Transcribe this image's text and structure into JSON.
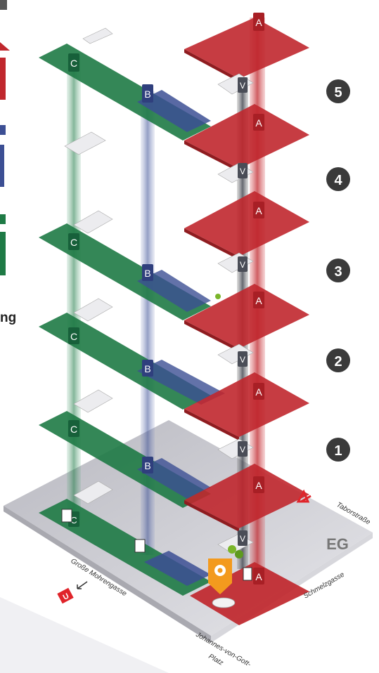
{
  "floors": [
    {
      "label": "5"
    },
    {
      "label": "4"
    },
    {
      "label": "3"
    },
    {
      "label": "2"
    },
    {
      "label": "1"
    }
  ],
  "ground_floor": {
    "label": "EG"
  },
  "wings": {
    "a": "A",
    "b": "B",
    "c": "C",
    "v": "V"
  },
  "legend": {
    "fragment_text": "ng"
  },
  "streets": {
    "taborstrasse": "Taborstraße",
    "schmelzgasse": "Schmelzgasse",
    "grosse_mohrengasse": "Große Mohrengasse",
    "johannes_1": "Johannes-von-Gott-",
    "johannes_2": "Platz"
  },
  "transit": {
    "line": "U"
  },
  "colors": {
    "wing_a": "#c0272d",
    "wing_b": "#3c4f94",
    "wing_c": "#1e7a45",
    "wing_v": "#4a4d57",
    "floor_badge": "#3a3a3a",
    "location_pin": "#f39a1e",
    "ground": "#c9c9cf"
  },
  "icons": [
    "location-pin-icon",
    "elevator-icon",
    "tree-icon",
    "subway-icon",
    "stairs-icon",
    "entrance-icon"
  ]
}
